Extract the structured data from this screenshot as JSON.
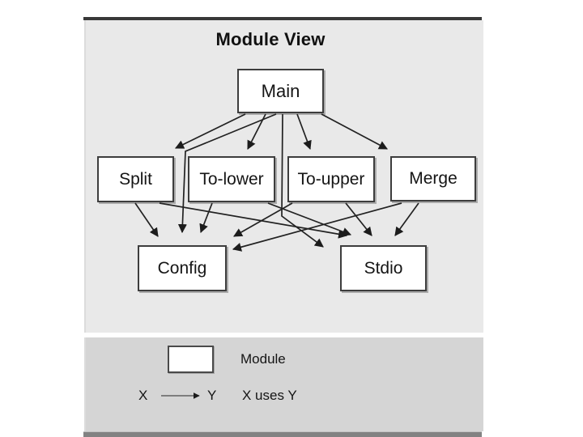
{
  "title": "Module View",
  "diagram": {
    "nodes": [
      {
        "id": "main",
        "label": "Main"
      },
      {
        "id": "split",
        "label": "Split"
      },
      {
        "id": "to-lower",
        "label": "To-lower"
      },
      {
        "id": "to-upper",
        "label": "To-upper"
      },
      {
        "id": "merge",
        "label": "Merge"
      },
      {
        "id": "config",
        "label": "Config"
      },
      {
        "id": "stdio",
        "label": "Stdio"
      }
    ],
    "edges": [
      {
        "from": "Main",
        "to": "Split"
      },
      {
        "from": "Main",
        "to": "To-lower"
      },
      {
        "from": "Main",
        "to": "To-upper"
      },
      {
        "from": "Main",
        "to": "Merge"
      },
      {
        "from": "Main",
        "to": "Config"
      },
      {
        "from": "Main",
        "to": "Stdio"
      },
      {
        "from": "Split",
        "to": "Config"
      },
      {
        "from": "Split",
        "to": "Stdio"
      },
      {
        "from": "To-lower",
        "to": "Config"
      },
      {
        "from": "To-lower",
        "to": "Stdio"
      },
      {
        "from": "To-upper",
        "to": "Config"
      },
      {
        "from": "To-upper",
        "to": "Stdio"
      },
      {
        "from": "Merge",
        "to": "Config"
      },
      {
        "from": "Merge",
        "to": "Stdio"
      }
    ]
  },
  "legend": {
    "module_symbol_label": "Module",
    "arrow_from_label": "X",
    "arrow_to_label": "Y",
    "arrow_meaning": "X uses Y"
  },
  "colors": {
    "diagram_panel_bg": "#e9e9e9",
    "legend_panel_bg": "#d5d5d5",
    "box_fill": "#ffffff",
    "box_border": "#3d3d3d",
    "edge_color": "#222222",
    "top_rule": "#383838",
    "bottom_rule": "#828282"
  }
}
